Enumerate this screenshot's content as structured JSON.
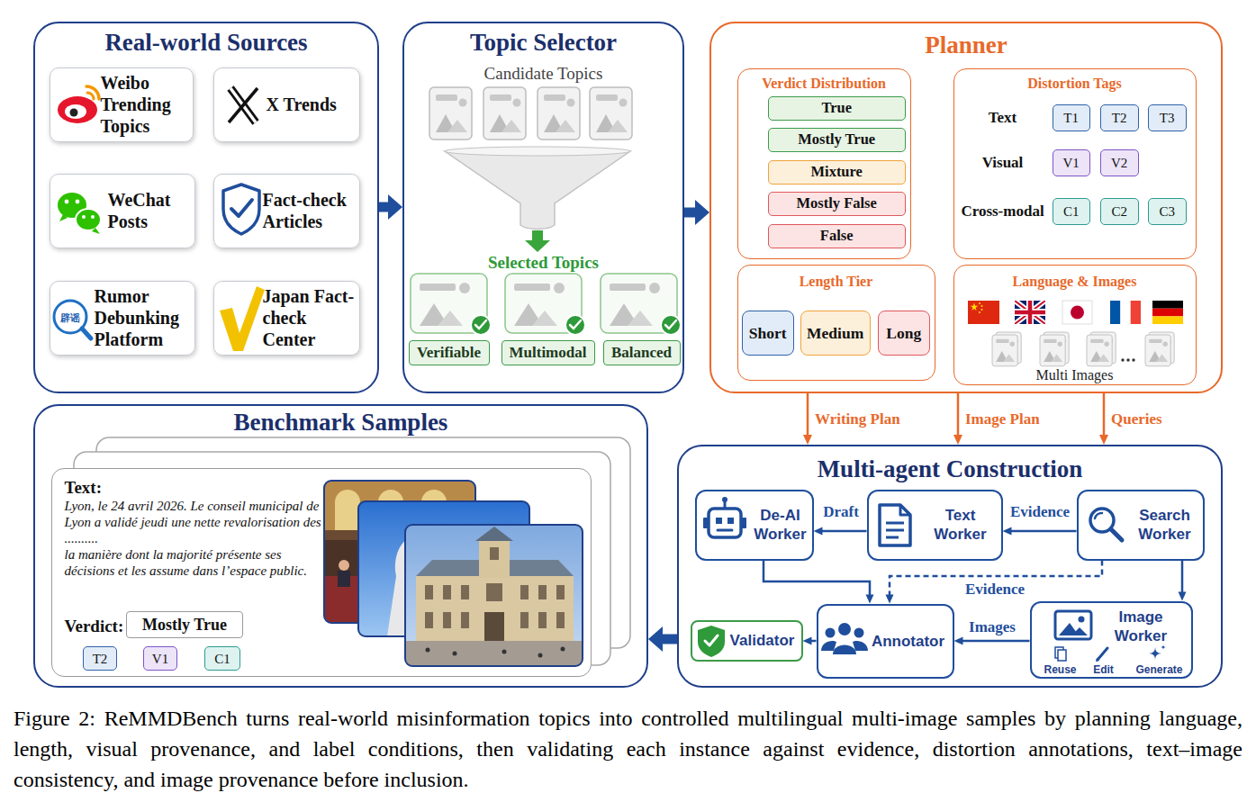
{
  "diagram": {
    "caption": "Figure 2: ReMMDBench turns real-world misinformation topics into controlled multilingual multi-image samples by planning language, length, visual provenance, and label conditions, then validating each instance against evidence, distortion annotations, text–image consistency, and image provenance before inclusion.",
    "nodes": [
      {
        "text": [
          "Real-world Sources"
        ]
      },
      {
        "text": [
          "Weibo Trending Topics"
        ],
        "in": 0
      },
      {
        "text": [
          "X Trends"
        ],
        "in": 0
      },
      {
        "text": [
          "WeChat Posts"
        ],
        "in": 0
      },
      {
        "text": [
          "Fact-check Articles"
        ],
        "in": 0
      },
      {
        "text": [
          "辟谣",
          "Rumor Debunking Platform"
        ],
        "in": 0
      },
      {
        "text": [
          "Japan Fact-check Center"
        ],
        "in": 0
      },
      {
        "text": [
          "Topic Selector",
          "Candidate Topics",
          "Selected Topics"
        ]
      },
      {
        "text": [
          "Verifiable"
        ],
        "in": 7
      },
      {
        "text": [
          "Multimodal"
        ],
        "in": 7
      },
      {
        "text": [
          "Balanced"
        ],
        "in": 7
      },
      {
        "text": [
          "Planner"
        ]
      },
      {
        "text": [
          "Verdict Distribution"
        ],
        "in": 11
      },
      {
        "text": [
          "True"
        ],
        "in": 12
      },
      {
        "text": [
          "Mostly True"
        ],
        "in": 12
      },
      {
        "text": [
          "Mixture"
        ],
        "in": 12
      },
      {
        "text": [
          "Mostly False"
        ],
        "in": 12
      },
      {
        "text": [
          "False"
        ],
        "in": 12
      },
      {
        "text": [
          "Distortion Tags",
          "Text",
          "Visual",
          "Cross-modal"
        ],
        "in": 11
      },
      {
        "text": [
          "T1"
        ],
        "in": 18
      },
      {
        "text": [
          "T2"
        ],
        "in": 18
      },
      {
        "text": [
          "T3"
        ],
        "in": 18
      },
      {
        "text": [
          "V1"
        ],
        "in": 18
      },
      {
        "text": [
          "V2"
        ],
        "in": 18
      },
      {
        "text": [
          "C1"
        ],
        "in": 18
      },
      {
        "text": [
          "C2"
        ],
        "in": 18
      },
      {
        "text": [
          "C3"
        ],
        "in": 18
      },
      {
        "text": [
          "Length Tier"
        ],
        "in": 11
      },
      {
        "text": [
          "Short"
        ],
        "in": 27
      },
      {
        "text": [
          "Medium"
        ],
        "in": 27
      },
      {
        "text": [
          "Long"
        ],
        "in": 27
      },
      {
        "text": [
          "Language & Images",
          "Multi Images"
        ],
        "in": 11
      },
      {
        "text": [
          "Benchmark Samples"
        ]
      },
      {
        "text": [
          "Text:",
          "Lyon, le 24 avril 2026. Le conseil municipal de Lyon a validé jeudi une nette revalorisation des",
          "..........",
          "la manière dont la majorité présente ses décisions et les assume dans l’espace public.",
          "Verdict:"
        ],
        "in": 32
      },
      {
        "text": [
          "Mostly True"
        ],
        "in": 33
      },
      {
        "text": [
          "T2"
        ],
        "in": 33
      },
      {
        "text": [
          "V1"
        ],
        "in": 33
      },
      {
        "text": [
          "C1"
        ],
        "in": 33
      },
      {
        "text": [
          "Multi-agent Construction"
        ]
      },
      {
        "text": [
          "De-AI Worker"
        ],
        "in": 38
      },
      {
        "text": [
          "Text Worker"
        ],
        "in": 38
      },
      {
        "text": [
          "Search Worker"
        ],
        "in": 38
      },
      {
        "text": [
          "Validator"
        ],
        "in": 38
      },
      {
        "text": [
          "Annotator"
        ],
        "in": 38
      },
      {
        "text": [
          "Image Worker",
          "Reuse",
          "Edit",
          "Generate"
        ],
        "in": 38
      }
    ],
    "edges": [
      {
        "from": 0,
        "to": 7,
        "arrow": "to"
      },
      {
        "from": 7,
        "to": 11,
        "arrow": "to"
      },
      {
        "from": 11,
        "to": 38,
        "label": "Writing Plan",
        "arrow": "to"
      },
      {
        "from": 11,
        "to": 38,
        "label": "Image Plan",
        "arrow": "to"
      },
      {
        "from": 11,
        "to": 38,
        "label": "Queries",
        "arrow": "to"
      },
      {
        "from": 40,
        "to": 39,
        "label": "Draft",
        "arrow": "to"
      },
      {
        "from": 41,
        "to": 40,
        "label": "Evidence",
        "arrow": "to"
      },
      {
        "from": 41,
        "to": 44,
        "arrow": "to"
      },
      {
        "from": 41,
        "to": 43,
        "label": "Evidence",
        "arrow": "to"
      },
      {
        "from": 39,
        "to": 43,
        "arrow": "to"
      },
      {
        "from": 44,
        "to": 43,
        "label": "Images",
        "arrow": "to"
      },
      {
        "from": 43,
        "to": 42,
        "arrow": "to"
      },
      {
        "from": 38,
        "to": 32,
        "arrow": "to"
      }
    ]
  }
}
